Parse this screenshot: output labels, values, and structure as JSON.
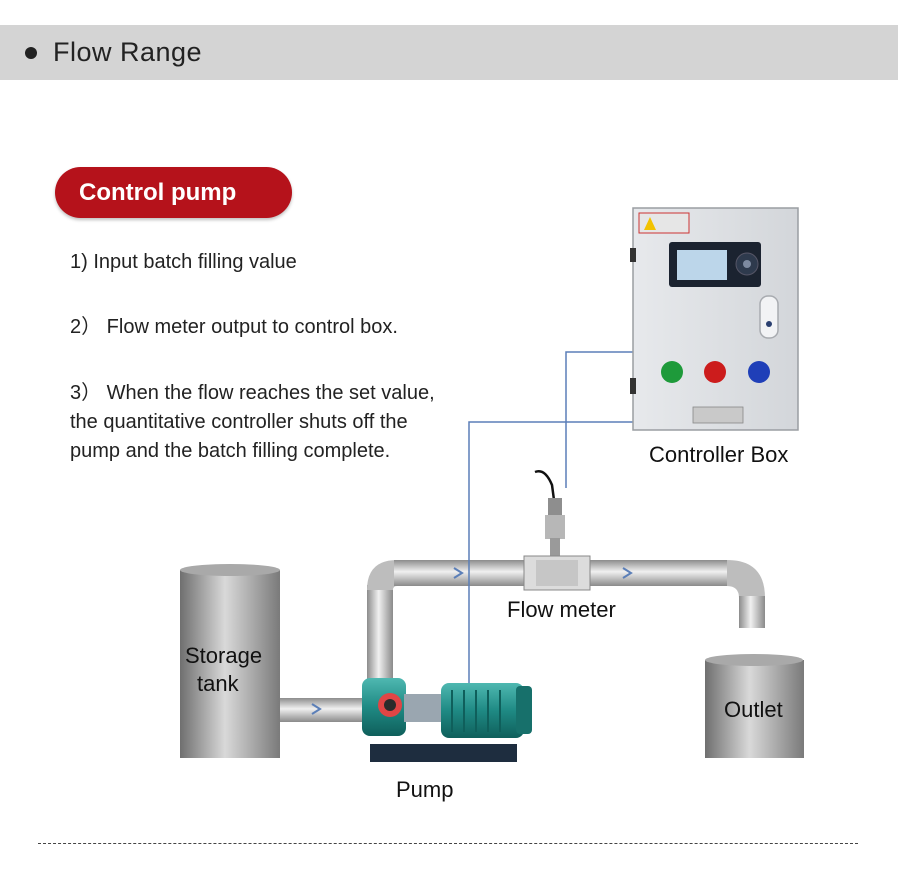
{
  "header": {
    "title": "Flow Range"
  },
  "section": {
    "pill_label": "Control pump"
  },
  "steps": [
    {
      "lines": [
        "1)  Input batch filling value"
      ]
    },
    {
      "lines": [
        "2） Flow meter output to control box."
      ]
    },
    {
      "lines": [
        "3） When the flow reaches the set value,",
        " the quantitative controller shuts off the",
        " pump and the  batch filling complete."
      ]
    }
  ],
  "diagram": {
    "controller_box_label": "Controller Box",
    "flow_meter_label": "Flow meter",
    "storage_tank_label_1": "Storage",
    "storage_tank_label_2": "tank",
    "outlet_label": "Outlet",
    "pump_label": "Pump",
    "buttons": [
      {
        "color": "#1e9a3a"
      },
      {
        "color": "#cc1c1c"
      },
      {
        "color": "#1f3fb8"
      }
    ],
    "colors": {
      "accent": "#b5121b",
      "signal_line": "#5b7fb8",
      "pump_body": "#1f8a84"
    }
  }
}
